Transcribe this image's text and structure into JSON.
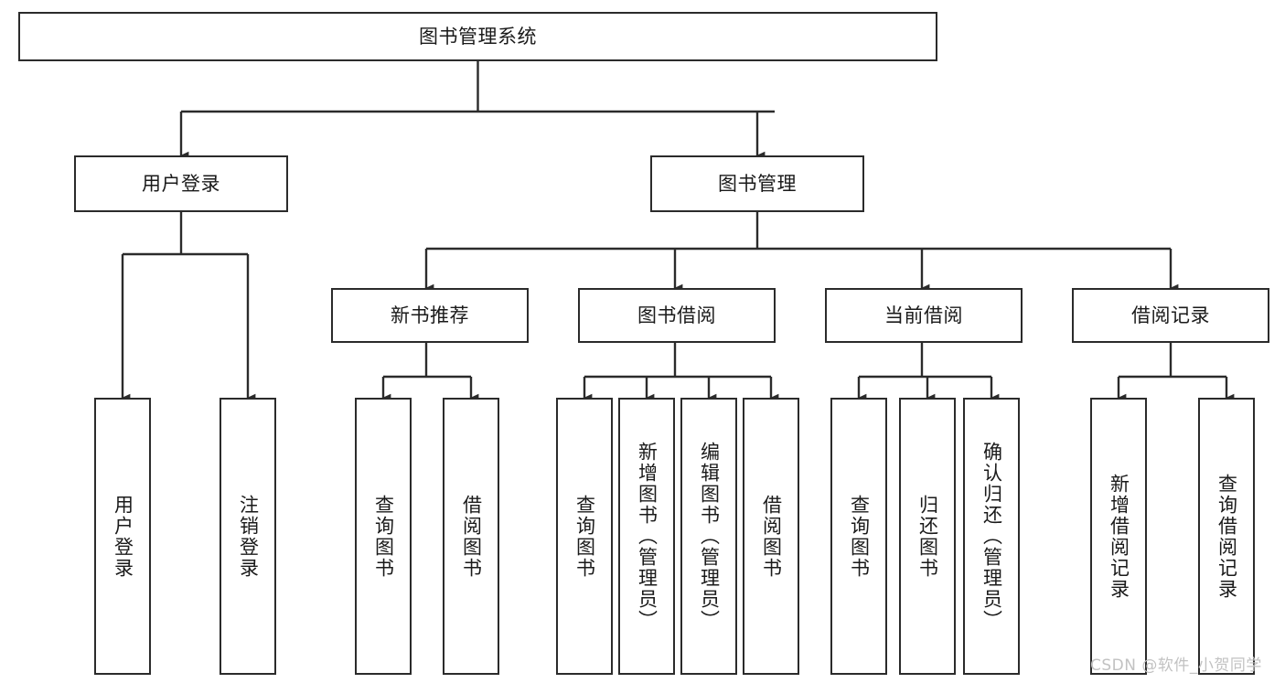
{
  "diagram": {
    "title": "图书管理系统",
    "watermark": "CSDN @软件_小贺同学",
    "colors": {
      "node_border": "#2b2b2b",
      "node_fill": "#ffffff",
      "edge": "#2b2b2b",
      "text": "#1a1a1a",
      "watermark": "#c2c2c2",
      "background": "#ffffff"
    },
    "nodes": {
      "root": {
        "label": "图书管理系统"
      },
      "level1": [
        {
          "id": "user-login",
          "label": "用户登录"
        },
        {
          "id": "book-manage",
          "label": "图书管理"
        }
      ],
      "level2": [
        {
          "id": "new-book-recommend",
          "label": "新书推荐"
        },
        {
          "id": "book-borrow",
          "label": "图书借阅"
        },
        {
          "id": "current-borrow",
          "label": "当前借阅"
        },
        {
          "id": "borrow-record",
          "label": "借阅记录"
        }
      ],
      "leaves": [
        {
          "id": "leaf-user-login",
          "label": "用户登录",
          "parent": "user-login"
        },
        {
          "id": "leaf-user-logout",
          "label": "注销登录",
          "parent": "user-login"
        },
        {
          "id": "leaf-query-book-1",
          "label": "查询图书",
          "parent": "new-book-recommend"
        },
        {
          "id": "leaf-borrow-book-1",
          "label": "借阅图书",
          "parent": "new-book-recommend"
        },
        {
          "id": "leaf-query-book-2",
          "label": "查询图书",
          "parent": "book-borrow"
        },
        {
          "id": "leaf-add-book",
          "label": "新增图书（管理员）",
          "parent": "book-borrow"
        },
        {
          "id": "leaf-edit-book",
          "label": "编辑图书（管理员）",
          "parent": "book-borrow"
        },
        {
          "id": "leaf-borrow-book-2",
          "label": "借阅图书",
          "parent": "book-borrow"
        },
        {
          "id": "leaf-query-book-3",
          "label": "查询图书",
          "parent": "current-borrow"
        },
        {
          "id": "leaf-return-book",
          "label": "归还图书",
          "parent": "current-borrow"
        },
        {
          "id": "leaf-confirm-return",
          "label": "确认归还（管理员）",
          "parent": "current-borrow"
        },
        {
          "id": "leaf-add-record",
          "label": "新增借阅记录",
          "parent": "borrow-record"
        },
        {
          "id": "leaf-query-record",
          "label": "查询借阅记录",
          "parent": "borrow-record"
        }
      ]
    }
  }
}
